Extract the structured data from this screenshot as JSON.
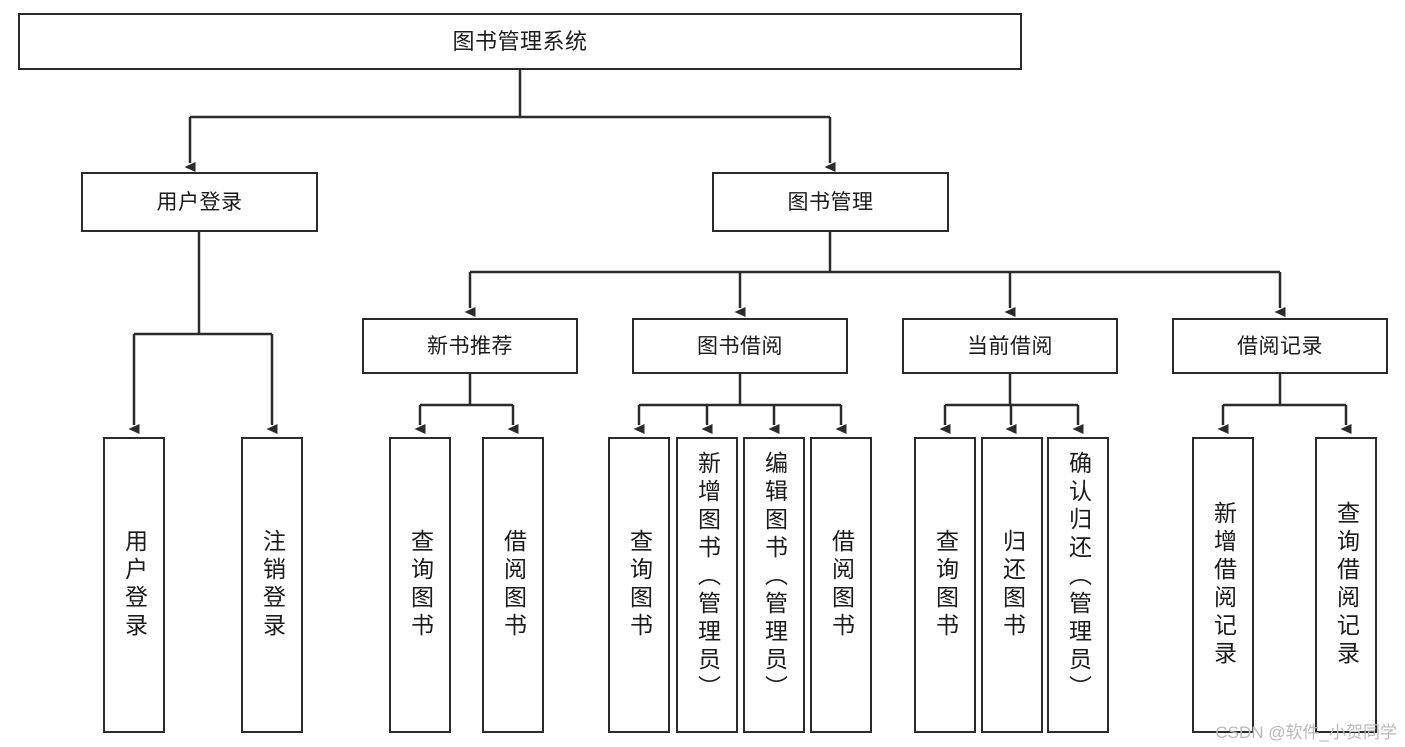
{
  "diagram": {
    "type": "tree-hierarchy-chart",
    "title": "图书管理系统",
    "watermark": "CSDN @软件_小贺同学",
    "colors": {
      "stroke": "#2b2b2b",
      "fill": "#ffffff",
      "text": "#1b1b1b",
      "watermark": "#b9b9b9"
    },
    "root": {
      "label": "图书管理系统"
    },
    "level1": [
      {
        "label": "用户登录"
      },
      {
        "label": "图书管理"
      }
    ],
    "level2": [
      {
        "label": "新书推荐"
      },
      {
        "label": "图书借阅"
      },
      {
        "label": "当前借阅"
      },
      {
        "label": "借阅记录"
      }
    ],
    "leaves": {
      "user_login": [
        {
          "label": "用户登录"
        },
        {
          "label": "注销登录"
        }
      ],
      "new_book_recommend": [
        {
          "label": "查询图书"
        },
        {
          "label": "借阅图书"
        }
      ],
      "book_borrow": [
        {
          "label": "查询图书"
        },
        {
          "label": "新增图书（管理员）"
        },
        {
          "label": "编辑图书（管理员）"
        },
        {
          "label": "借阅图书"
        }
      ],
      "current_borrow": [
        {
          "label": "查询图书"
        },
        {
          "label": "归还图书"
        },
        {
          "label": "确认归还（管理员）"
        }
      ],
      "borrow_record": [
        {
          "label": "新增借阅记录"
        },
        {
          "label": "查询借阅记录"
        }
      ]
    }
  }
}
